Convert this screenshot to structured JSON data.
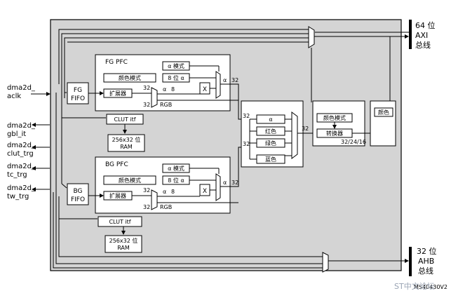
{
  "signals": {
    "aclk": [
      "dma2d_",
      "aclk"
    ],
    "gbl_it": [
      "dma2d_",
      "gbl_it"
    ],
    "clut_trg": [
      "dma2d_",
      "clut_trg"
    ],
    "tc_trg": [
      "dma2d_",
      "tc_trg"
    ],
    "tw_trg": [
      "dma2d_",
      "tw_trg"
    ]
  },
  "buses": {
    "axi": [
      "64 位",
      "AXI",
      "总线"
    ],
    "ahb": [
      "32 位",
      "AHB",
      "总线"
    ]
  },
  "fg": {
    "fifo": [
      "FG",
      "FIFO"
    ],
    "pfc_title": "FG PFC",
    "alpha_mode": "α 模式",
    "color_mode": "颜色模式",
    "alpha8": "8 位 α",
    "expander": "扩展器",
    "clut_itf": "CLUT itf",
    "ram": [
      "256x32 位",
      "RAM"
    ],
    "rgb": "RGB",
    "n32a": "32",
    "n32b": "32",
    "alpha_lbl": "α",
    "n8": "8",
    "mult": "X",
    "out_alpha": "α",
    "out_32": "32"
  },
  "bg": {
    "fifo": [
      "BG",
      "FIFO"
    ],
    "pfc_title": "BG PFC",
    "alpha_mode": "α 模式",
    "color_mode": "颜色模式",
    "alpha8": "8 位 α",
    "expander": "扩展器",
    "clut_itf": "CLUT itf",
    "ram": [
      "256x32 位",
      "RAM"
    ],
    "rgb": "RGB",
    "n32a": "32",
    "n32b": "32",
    "alpha_lbl": "α",
    "n8": "8",
    "mult": "X",
    "out_alpha": "α",
    "out_32": "32"
  },
  "blender": {
    "alpha": "α",
    "red": "红色",
    "green": "绿色",
    "blue": "蓝色",
    "in32a": "32",
    "in32b": "32",
    "out32": "32"
  },
  "opfc": {
    "color_mode": "颜色模式",
    "converter": "转换器",
    "width": "32/24/16"
  },
  "out_color": "颜色",
  "footer": {
    "code": "MS40430V2",
    "watermark": "ST中文论坛"
  }
}
